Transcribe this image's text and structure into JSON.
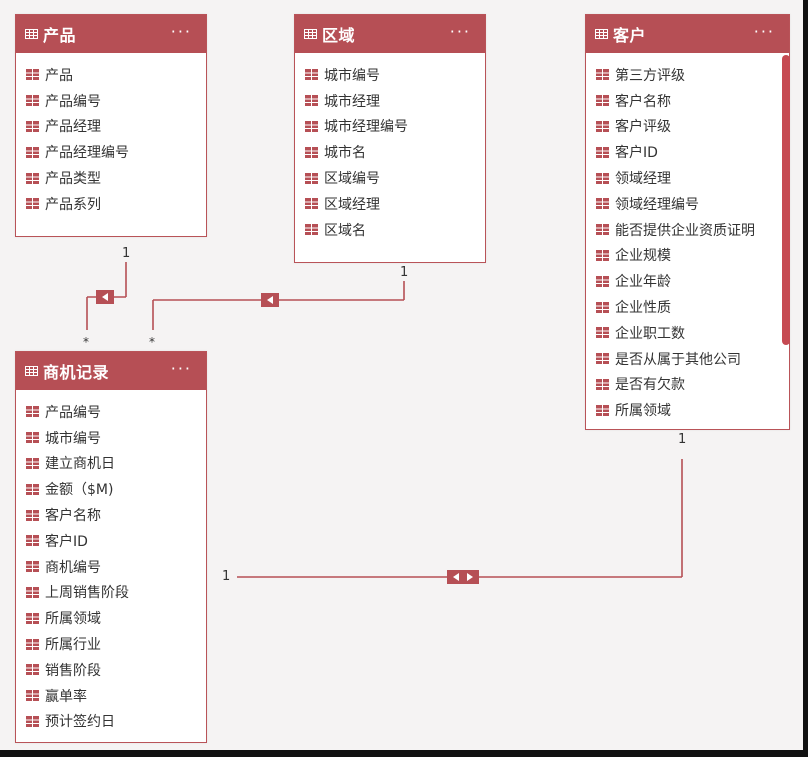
{
  "colors": {
    "header": "#b64f55",
    "border": "#b95358",
    "connector": "#b64f55",
    "background": "#f5f3f3"
  },
  "tables": {
    "product": {
      "title": "产品",
      "more": "···",
      "fields": [
        "产品",
        "产品编号",
        "产品经理",
        "产品经理编号",
        "产品类型",
        "产品系列"
      ]
    },
    "region": {
      "title": "区域",
      "more": "···",
      "fields": [
        "城市编号",
        "城市经理",
        "城市经理编号",
        "城市名",
        "区域编号",
        "区域经理",
        "区域名"
      ]
    },
    "customer": {
      "title": "客户",
      "more": "···",
      "fields": [
        "第三方评级",
        "客户名称",
        "客户评级",
        "客户ID",
        "领域经理",
        "领域经理编号",
        "能否提供企业资质证明",
        "企业规模",
        "企业年龄",
        "企业性质",
        "企业职工数",
        "是否从属于其他公司",
        "是否有欠款",
        "所属领域"
      ]
    },
    "opportunity": {
      "title": "商机记录",
      "more": "···",
      "fields": [
        "产品编号",
        "城市编号",
        "建立商机日",
        "金额（$M)",
        "客户名称",
        "客户ID",
        "商机编号",
        "上周销售阶段",
        "所属领域",
        "所属行业",
        "销售阶段",
        "赢单率",
        "预计签约日"
      ]
    }
  },
  "cardinality": {
    "product_one": "1",
    "region_one": "1",
    "customer_one": "1",
    "opportunity_one": "1",
    "many_product": "*",
    "many_region": "*"
  }
}
